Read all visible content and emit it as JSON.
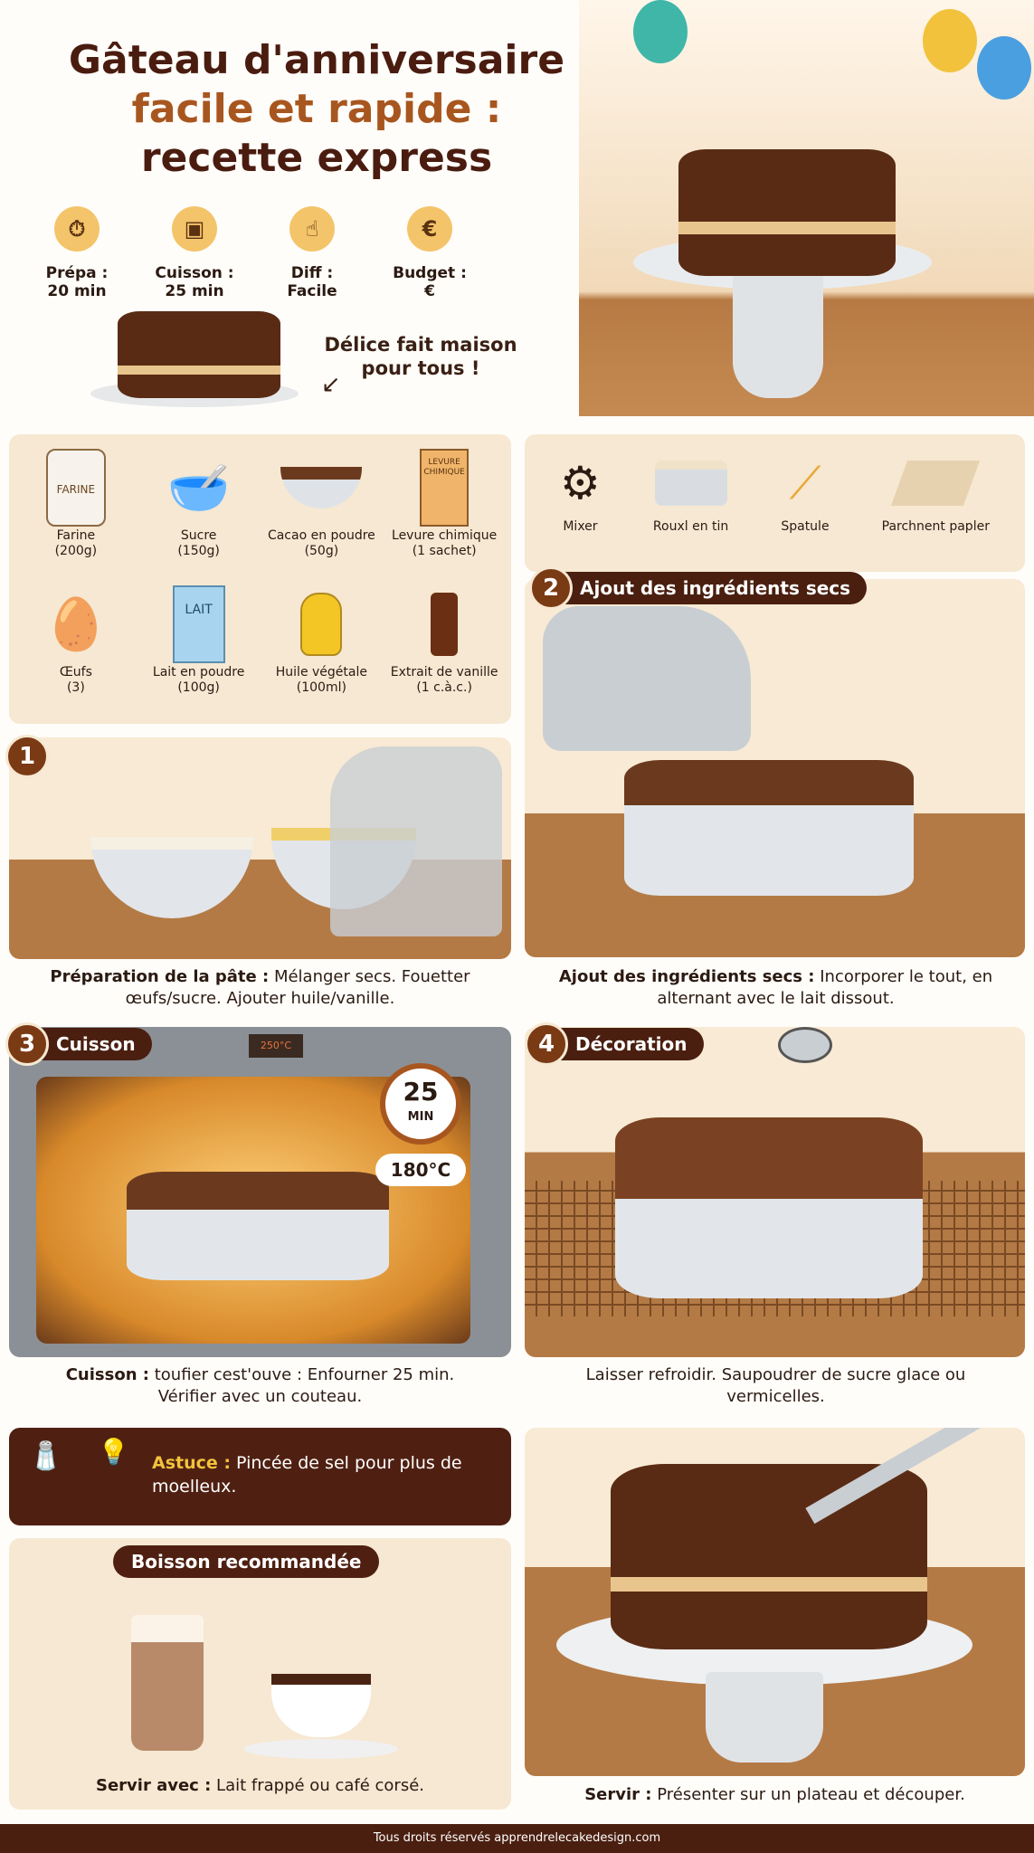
{
  "header": {
    "title_line1": "Gâteau d'anniversaire",
    "title_line2": "facile et rapide :",
    "title_line3": "recette express",
    "tagline_line1": "Délice fait maison",
    "tagline_line2": "pour tous !"
  },
  "stats": [
    {
      "icon": "stopwatch-icon",
      "label": "Prépa :",
      "value": "20 min"
    },
    {
      "icon": "oven-icon",
      "label": "Cuisson :",
      "value": "25 min"
    },
    {
      "icon": "hand-pointer-icon",
      "label": "Diff :",
      "value": "Facile"
    },
    {
      "icon": "euro-hand-icon",
      "label": "Budget :",
      "value": "€"
    }
  ],
  "ingredients": [
    {
      "name": "Farine",
      "qty": "(200g)",
      "icon": "flour-jar-icon",
      "pic_text": "FARINE"
    },
    {
      "name": "Sucre",
      "qty": "(150g)",
      "icon": "sugar-bowl-icon"
    },
    {
      "name": "Cacao en poudre",
      "qty": "(50g)",
      "icon": "cocoa-bowl-icon"
    },
    {
      "name": "Levure chimique",
      "qty": "(1 sachet)",
      "icon": "baking-powder-icon",
      "pic_text": "LEVURE CHIMIQUE"
    },
    {
      "name": "Œufs",
      "qty": "(3)",
      "icon": "eggs-icon"
    },
    {
      "name": "Lait en poudre",
      "qty": "(100g)",
      "icon": "milk-powder-icon",
      "pic_text": "LAIT"
    },
    {
      "name": "Huile végétale",
      "qty": "(100ml)",
      "icon": "oil-bottle-icon"
    },
    {
      "name": "Extrait de vanille",
      "qty": "(1 c.à.c.)",
      "icon": "vanilla-bottle-icon"
    }
  ],
  "tools": [
    {
      "name": "Mixer",
      "icon": "stand-mixer-icon"
    },
    {
      "name": "Rouxl en tin",
      "icon": "cake-tin-icon"
    },
    {
      "name": "Spatule",
      "icon": "spatula-icon"
    },
    {
      "name": "Parchnent papler",
      "icon": "parchment-roll-icon"
    }
  ],
  "steps": [
    {
      "num": "1",
      "title": "",
      "caption_bold": "Préparation de la pâte :",
      "caption": " Mélanger secs. Fouetter œufs/sucre. Ajouter huile/vanille."
    },
    {
      "num": "2",
      "title": "Ajout des ingrédients secs",
      "caption_bold": "Ajout des ingrédients secs :",
      "caption": " Incorporer le tout, en alternant avec le lait dissout."
    },
    {
      "num": "3",
      "title": "Cuisson",
      "caption_bold": "Cuisson :",
      "caption": " toufier cest'ouve : Enfourner 25 min. Vérifier avec un couteau.",
      "oven_display": "250°C",
      "timer_value": "25",
      "timer_unit": "MIN",
      "temperature": "180°C"
    },
    {
      "num": "4",
      "title": "Décoration",
      "caption_bold": "",
      "caption": "Laisser refroidir. Saupoudrer de sucre glace ou vermicelles."
    }
  ],
  "tip": {
    "label": "Astuce :",
    "text": " Pincée de sel pour plus de moelleux."
  },
  "drink": {
    "title": "Boisson recommandée",
    "caption_bold": "Servir avec :",
    "caption": " Lait frappé ou café corsé."
  },
  "serve": {
    "caption_bold": "Servir :",
    "caption": " Présenter sur un plateau et découper."
  },
  "footer": {
    "text": "Tous droits réservés apprendrelecakedesign.com"
  },
  "colors": {
    "brown_dark": "#4a1f10",
    "brown_accent": "#a8561f",
    "panel": "#f6e8d2",
    "badge": "#f4c46a"
  }
}
